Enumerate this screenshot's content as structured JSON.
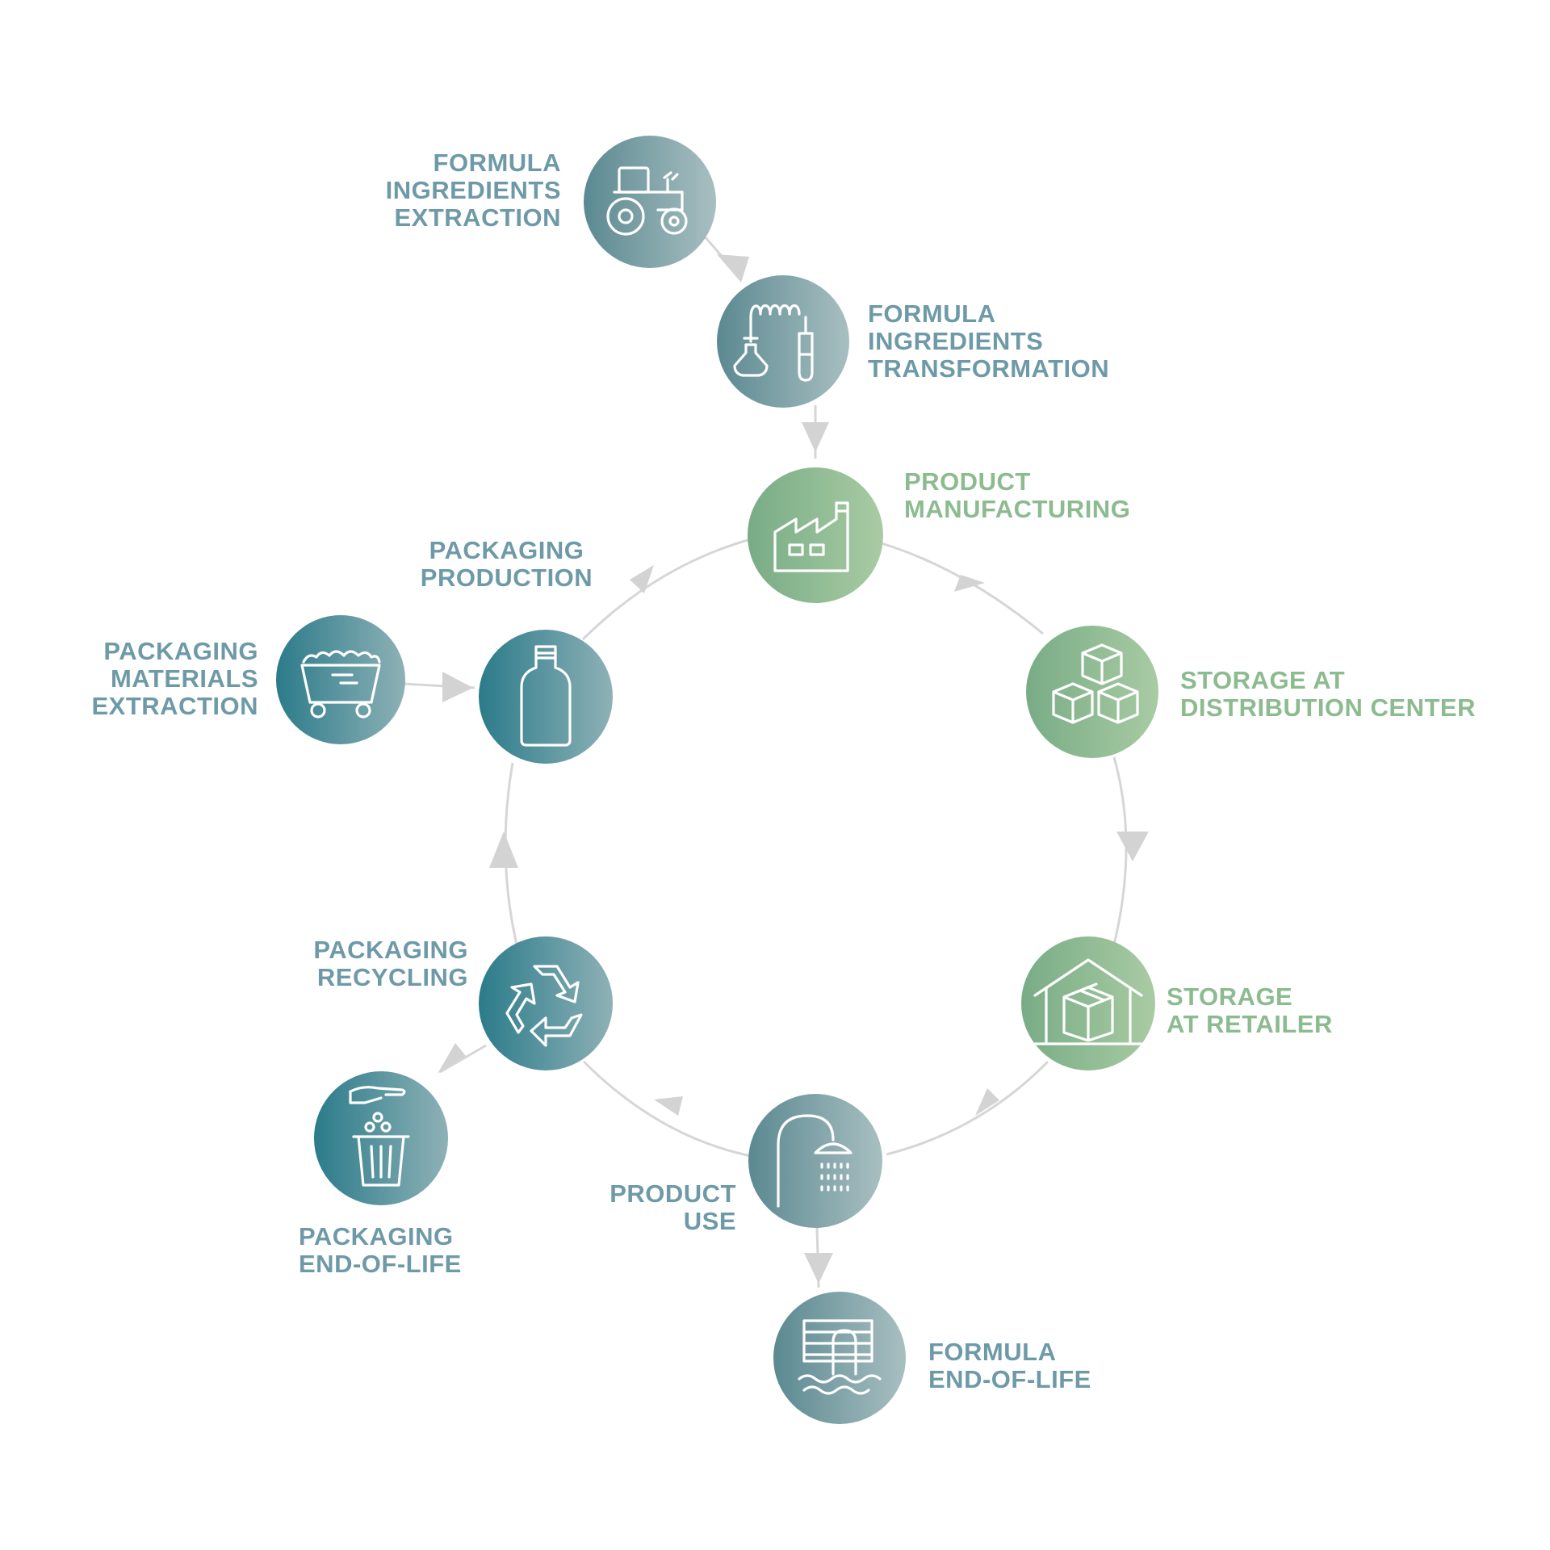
{
  "title": "",
  "colors": {
    "teal_dark": "#2e7f8e",
    "teal_light": "#8fb3b8",
    "slate_dark": "#5d8b93",
    "slate_light": "#a9c0c2",
    "green_dark": "#79ad86",
    "green_light": "#a9cca3",
    "label_teal": "#6e9aa8",
    "label_green": "#8bbb8e",
    "arrow": "#d4d4d4"
  },
  "stages": {
    "formula_extraction": {
      "icon": "tractor-icon",
      "lines": [
        "FORMULA",
        "INGREDIENTS",
        "EXTRACTION"
      ]
    },
    "formula_transformation": {
      "icon": "lab-equipment-icon",
      "lines": [
        "FORMULA",
        "INGREDIENTS",
        "TRANSFORMATION"
      ]
    },
    "product_manufacturing": {
      "icon": "factory-icon",
      "lines": [
        "PRODUCT",
        "MANUFACTURING"
      ]
    },
    "storage_distribution": {
      "icon": "boxes-icon",
      "lines": [
        "STORAGE AT",
        "DISTRIBUTION CENTER"
      ]
    },
    "storage_retailer": {
      "icon": "warehouse-icon",
      "lines": [
        "STORAGE",
        "AT RETAILER"
      ]
    },
    "product_use": {
      "icon": "shower-icon",
      "lines": [
        "PRODUCT",
        "USE"
      ]
    },
    "formula_end_of_life": {
      "icon": "drain-icon",
      "lines": [
        "FORMULA",
        "END-OF-LIFE"
      ]
    },
    "packaging_recycling": {
      "icon": "recycle-icon",
      "lines": [
        "PACKAGING",
        "RECYCLING"
      ]
    },
    "packaging_end_of_life": {
      "icon": "trash-bin-icon",
      "lines": [
        "PACKAGING",
        "END-OF-LIFE"
      ]
    },
    "packaging_production": {
      "icon": "bottle-icon",
      "lines": [
        "PACKAGING",
        "PRODUCTION"
      ]
    },
    "packaging_materials_extraction": {
      "icon": "mine-cart-icon",
      "lines": [
        "PACKAGING",
        "MATERIALS",
        "EXTRACTION"
      ]
    }
  }
}
